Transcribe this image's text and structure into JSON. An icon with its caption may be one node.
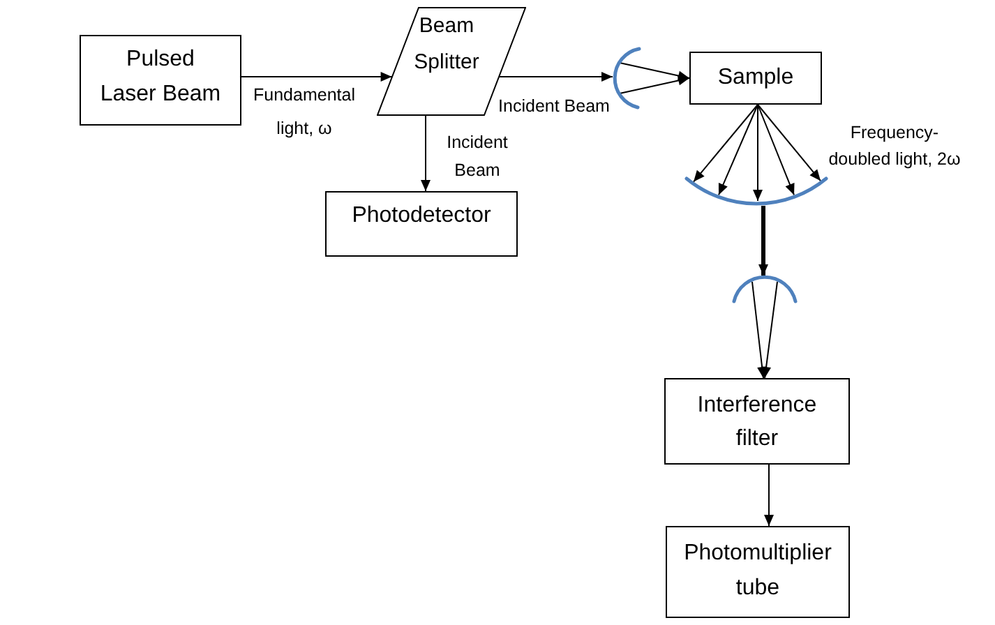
{
  "diagram": {
    "nodes": [
      {
        "text": [
          "Pulsed Laser Beam"
        ]
      },
      {
        "text": [
          "Beam Splitter"
        ]
      },
      {
        "text": [
          "Photodetector"
        ]
      },
      {
        "text": [],
        "shape": "arc"
      },
      {
        "text": [
          "Sample"
        ]
      },
      {
        "text": [],
        "shape": "arc"
      },
      {
        "text": [],
        "shape": "arc"
      },
      {
        "text": [
          "Interference filter"
        ]
      },
      {
        "text": [
          "Photomultiplier tube"
        ]
      }
    ],
    "edges": [
      {
        "from": 0,
        "to": 1,
        "arrow": "to",
        "label": "Fundamental light, ω"
      },
      {
        "from": 1,
        "to": 3,
        "arrow": "to",
        "label": "Incident Beam"
      },
      {
        "from": 1,
        "to": 2,
        "arrow": "to",
        "label": "Incident Beam"
      },
      {
        "from": 3,
        "to": 4,
        "arrow": "to"
      },
      {
        "from": 3,
        "to": 4,
        "arrow": "to"
      },
      {
        "from": 4,
        "to": 5,
        "arrow": "to"
      },
      {
        "from": 4,
        "to": 5,
        "arrow": "to"
      },
      {
        "from": 4,
        "to": 5,
        "arrow": "to"
      },
      {
        "from": 4,
        "to": 5,
        "arrow": "to"
      },
      {
        "from": 4,
        "to": 5,
        "arrow": "to"
      },
      {
        "from": 5,
        "to": 6,
        "arrow": "to",
        "style": "thick"
      },
      {
        "from": 6,
        "to": 7,
        "arrow": "to"
      },
      {
        "from": 6,
        "to": 7,
        "arrow": "to"
      },
      {
        "from": 7,
        "to": 8,
        "arrow": "to"
      }
    ],
    "labels": [
      "Frequency-doubled light, 2ω"
    ]
  }
}
